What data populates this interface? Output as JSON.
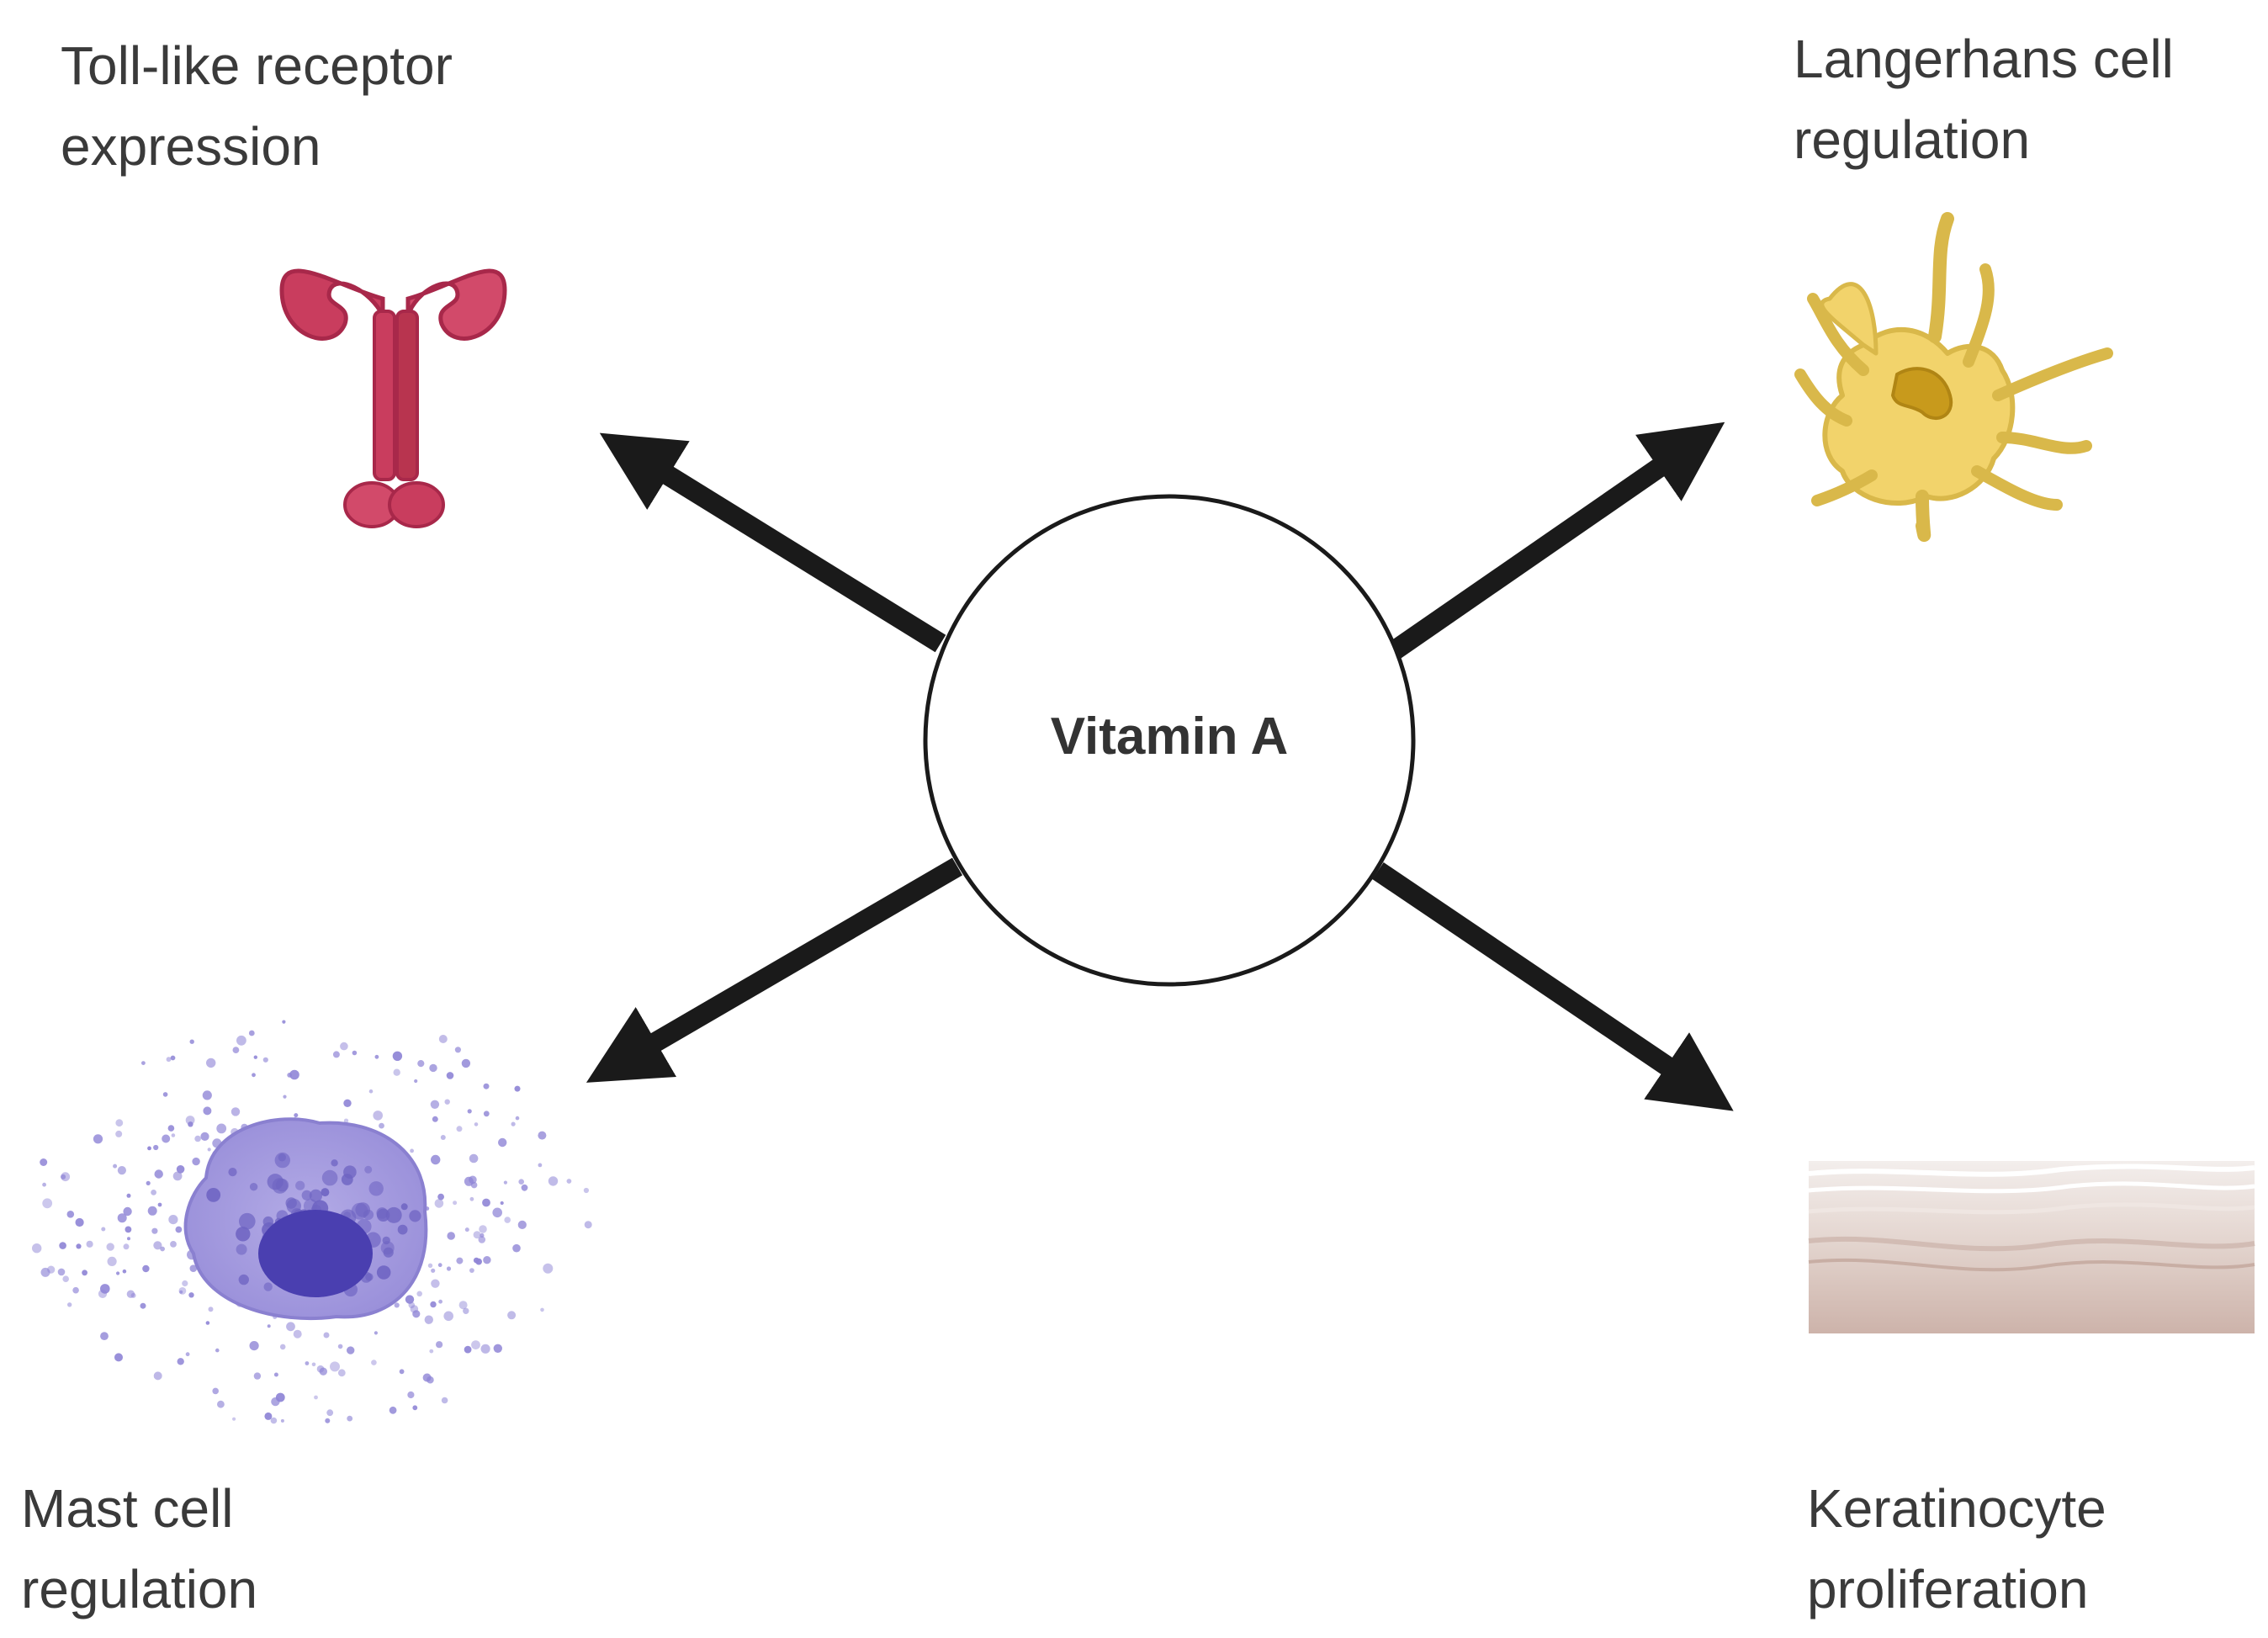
{
  "center": {
    "label": "Vitamin A"
  },
  "effects": {
    "top_left": {
      "line1": "Toll-like receptor",
      "line2": "expression",
      "icon": "toll-like-receptor-icon"
    },
    "top_right": {
      "line1": "Langerhans cell",
      "line2": "regulation",
      "icon": "langerhans-cell-icon"
    },
    "bottom_left": {
      "line1": "Mast cell",
      "line2": "regulation",
      "icon": "mast-cell-icon"
    },
    "bottom_right": {
      "line1": "Keratinocyte",
      "line2": "proliferation",
      "icon": "skin-layers-icon"
    }
  },
  "colors": {
    "arrow": "#1a1a1a",
    "receptor": "#c93d5e",
    "langerhans": "#f2d36b",
    "mast_cell": "#8f85d6",
    "skin": "#d8c3bb"
  }
}
